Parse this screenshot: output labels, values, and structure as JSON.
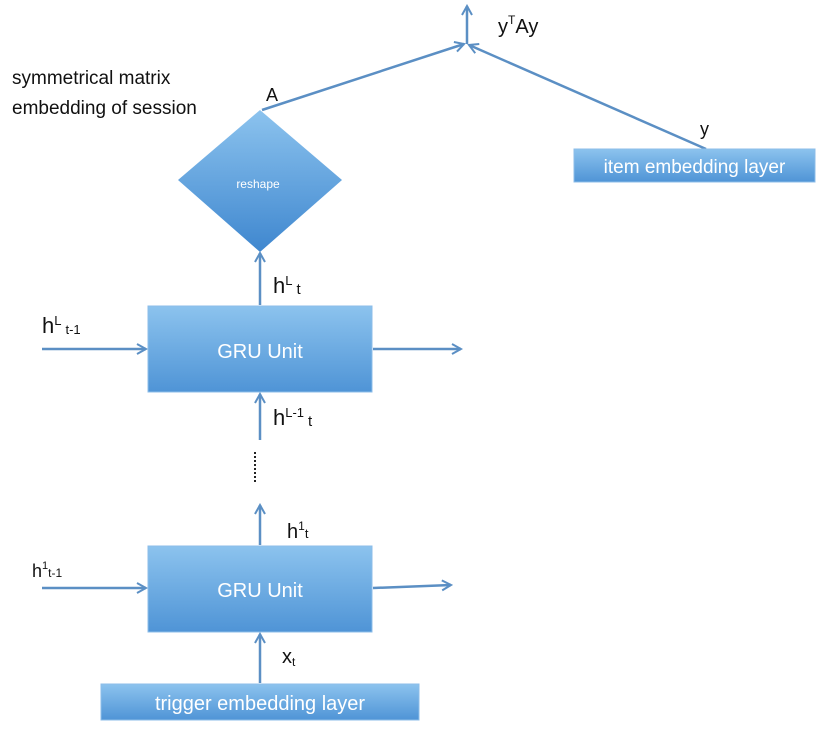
{
  "top_output": {
    "base": "y",
    "sup": "T",
    "rest": "Ay"
  },
  "session_label": {
    "line1": "symmetrical matrix",
    "line2": "embedding of session"
  },
  "matrix_label": "A",
  "reshape_label": "reshape",
  "item_vector_label": "y",
  "item_embedding_label": "item embedding layer",
  "gru_top": {
    "label": "GRU Unit",
    "output": {
      "base": "h",
      "sup": "L",
      "sub": "t"
    },
    "prev_state": {
      "base": "h",
      "sup": "L",
      "sub": "t-1"
    },
    "input": {
      "base": "h",
      "sup": "L-1",
      "sub": "t"
    }
  },
  "gru_bottom": {
    "label": "GRU Unit",
    "output": {
      "base": "h",
      "sup": "1",
      "sub": "t"
    },
    "prev_state": {
      "base": "h",
      "sup": "1",
      "sub": "t-1"
    },
    "input": {
      "base": "x",
      "sub": "t"
    }
  },
  "trigger_embedding_label": "trigger embedding layer",
  "colors": {
    "box_top": "#8cc3ee",
    "box_bottom": "#4f94d6",
    "arrow": "#5b8fc4",
    "text": "#111111"
  }
}
